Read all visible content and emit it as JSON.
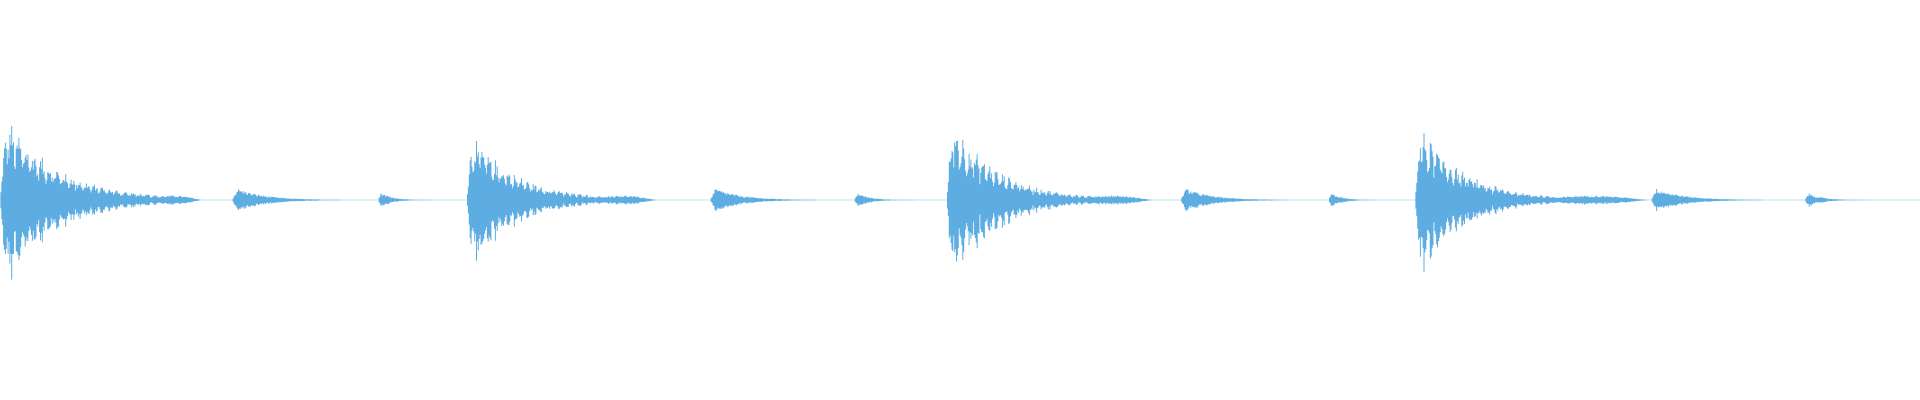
{
  "waveform": {
    "color": "#5dade2",
    "background": "#ffffff",
    "bursts": [
      {
        "kind": "kick",
        "start": 0.0,
        "end": 0.088,
        "peak": 0.96
      },
      {
        "kind": "tail",
        "start": 0.075,
        "end": 0.105,
        "peak": 0.05
      },
      {
        "kind": "hat",
        "start": 0.121,
        "end": 0.178,
        "peak": 0.14
      },
      {
        "kind": "tick",
        "start": 0.197,
        "end": 0.226,
        "peak": 0.1
      },
      {
        "kind": "kick",
        "start": 0.243,
        "end": 0.318,
        "peak": 0.77
      },
      {
        "kind": "tail",
        "start": 0.305,
        "end": 0.342,
        "peak": 0.05
      },
      {
        "kind": "hat",
        "start": 0.37,
        "end": 0.425,
        "peak": 0.14
      },
      {
        "kind": "tick",
        "start": 0.445,
        "end": 0.478,
        "peak": 0.09
      },
      {
        "kind": "kick",
        "start": 0.493,
        "end": 0.57,
        "peak": 0.92
      },
      {
        "kind": "tail",
        "start": 0.558,
        "end": 0.6,
        "peak": 0.05
      },
      {
        "kind": "hat",
        "start": 0.615,
        "end": 0.67,
        "peak": 0.14
      },
      {
        "kind": "tick",
        "start": 0.692,
        "end": 0.72,
        "peak": 0.09
      },
      {
        "kind": "kick",
        "start": 0.737,
        "end": 0.812,
        "peak": 0.85
      },
      {
        "kind": "tail",
        "start": 0.8,
        "end": 0.858,
        "peak": 0.05
      },
      {
        "kind": "hat",
        "start": 0.86,
        "end": 0.918,
        "peak": 0.14
      },
      {
        "kind": "tick",
        "start": 0.94,
        "end": 0.975,
        "peak": 0.09
      }
    ]
  }
}
